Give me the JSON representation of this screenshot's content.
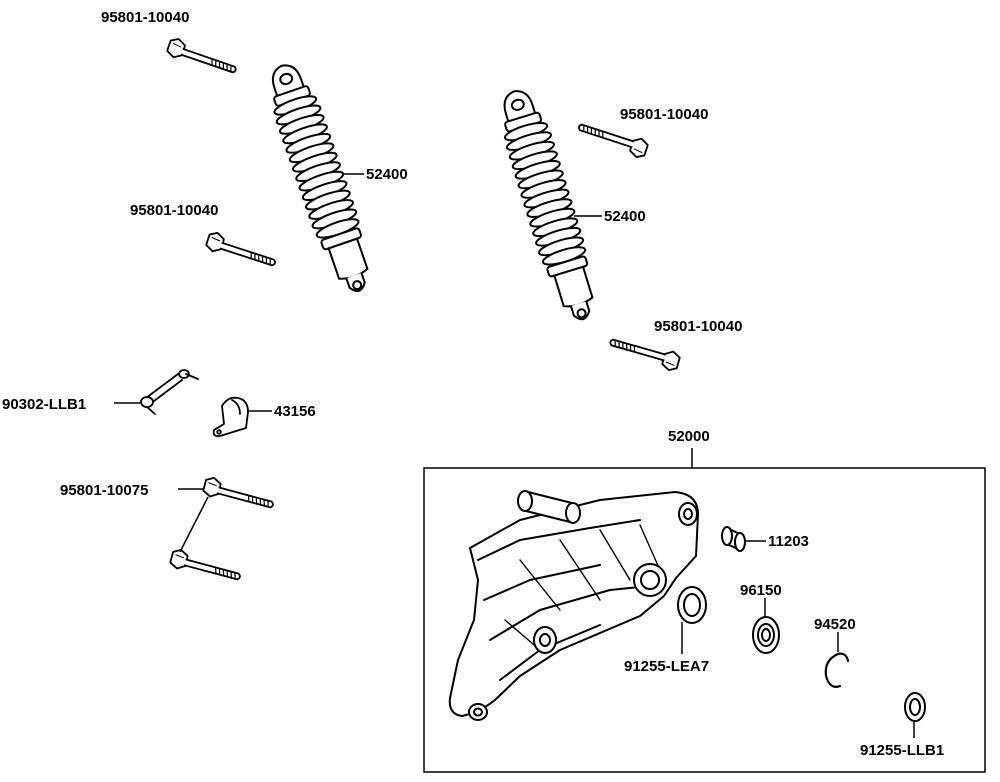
{
  "labels": {
    "bolt_top_left": "95801-10040",
    "shock_left": "52400",
    "bolt_mid_left": "95801-10040",
    "bolt_top_right": "95801-10040",
    "shock_right": "52400",
    "bolt_lower_right": "95801-10040",
    "screw_set": "90302-LLB1",
    "bracket": "43156",
    "bolt_long": "95801-10075",
    "assembly": "52000",
    "bushing": "11203",
    "bearing": "96150",
    "seal_left": "91255-LEA7",
    "circlip": "94520",
    "seal_right": "91255-LLB1"
  }
}
